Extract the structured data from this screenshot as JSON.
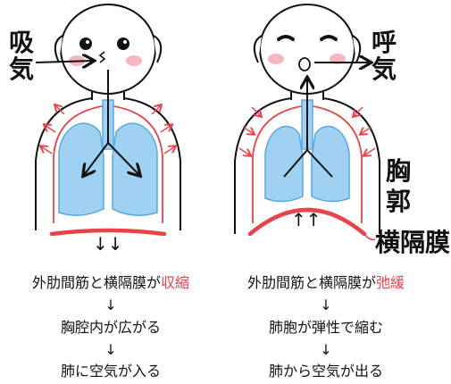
{
  "colors": {
    "red": "#e8424a",
    "lung_fill": "#9fd1f2",
    "lung_stroke": "#5aa9dd",
    "cheek": "#f7b6bd",
    "outline": "#111111"
  },
  "inhale": {
    "label_top": "吸",
    "label_bottom": "気",
    "step1_prefix": "外肋間筋と横隔膜が",
    "step1_action": "収縮",
    "arrow1": "↓",
    "step2": "胸腔内が広がる",
    "arrow2": "↓",
    "step3": "肺に空気が入る",
    "diaphragm_arrows": "↓↓"
  },
  "exhale": {
    "label_top": "呼",
    "label_bottom": "気",
    "step1_prefix": "外肋間筋と横隔膜が",
    "step1_action": "弛緩",
    "arrow1": "↓",
    "step2": "肺胞が弾性で縮む",
    "arrow2": "↓",
    "step3": "肺から空気が出る",
    "diaphragm_arrows": "↑↑"
  },
  "labels": {
    "chest_top": "胸",
    "chest_bottom": "郭",
    "diaphragm": "横隔膜"
  }
}
